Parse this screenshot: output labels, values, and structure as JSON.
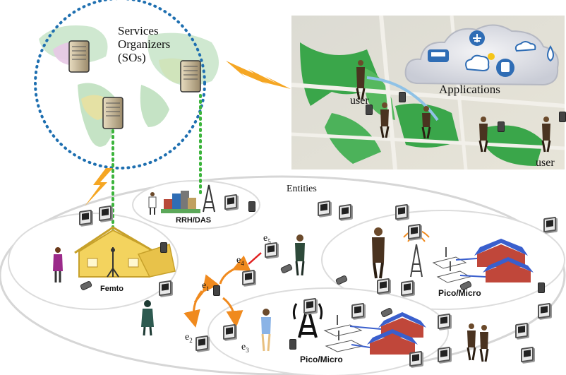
{
  "services": {
    "line1": "Services",
    "line2": "Organizers",
    "line3": "(SOs)"
  },
  "map": {
    "applications_label": "Applications",
    "user_label_1": "user",
    "user_label_2": "user"
  },
  "entities": {
    "title": "Entities",
    "rrh_label": "RRH/DAS",
    "femto_label": "Femto",
    "pico_micro_right": "Pico/Micro",
    "pico_micro_bottom": "Pico/Micro"
  },
  "edges": [
    {
      "base": "e",
      "sub": "1"
    },
    {
      "base": "e",
      "sub": "2"
    },
    {
      "base": "e",
      "sub": "3"
    },
    {
      "base": "e",
      "sub": "4"
    },
    {
      "base": "e",
      "sub": "5"
    }
  ],
  "colors": {
    "sky_dots": "#1e6fb0",
    "link_green": "#3cb43c",
    "lightning": "#f5a623",
    "arrow_orange": "#f08a1e",
    "roof_blue": "#3a5fcd",
    "map_green": "#3aa64a"
  }
}
